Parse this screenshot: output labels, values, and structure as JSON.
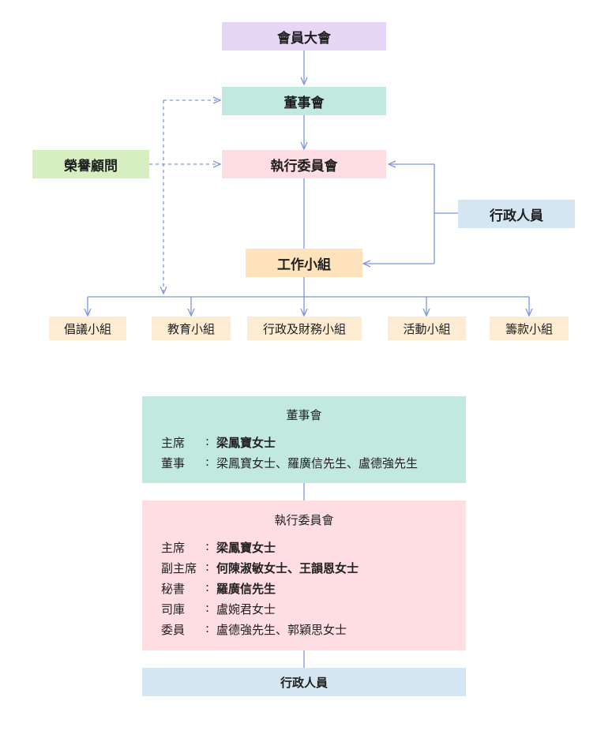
{
  "chart": {
    "general_meeting": "會員大會",
    "board": "董事會",
    "honorary_advisors": "榮譽顧問",
    "executive_committee": "執行委員會",
    "admin_staff": "行政人員",
    "working_groups": "工作小組",
    "groups": [
      "倡議小組",
      "教育小組",
      "行政及財務小組",
      "活動小組",
      "籌款小組"
    ]
  },
  "board_panel": {
    "title": "董事會",
    "rows": [
      {
        "role": "主席",
        "names": "梁鳳寶女士"
      },
      {
        "role": "董事",
        "names": "梁鳳寶女士、羅廣信先生、盧德強先生"
      }
    ]
  },
  "exec_panel": {
    "title": "執行委員會",
    "rows": [
      {
        "role": "主席",
        "names": "梁鳳寶女士"
      },
      {
        "role": "副主席",
        "names": "何陳淑敏女士、王韻恩女士"
      },
      {
        "role": "秘書",
        "names": "羅廣信先生"
      },
      {
        "role": "司庫",
        "names": "盧婉君女士"
      },
      {
        "role": "委員",
        "names": "盧德強先生、郭穎思女士"
      }
    ]
  },
  "admin_panel": {
    "title": "行政人員"
  },
  "colors": {
    "connector": "#7d96dc",
    "purple": "#e6d5f5",
    "teal": "#c2e9e0",
    "pink": "#fedde3",
    "green": "#d6eec0",
    "blue": "#d3e6f2",
    "orange": "#fde2bb"
  }
}
